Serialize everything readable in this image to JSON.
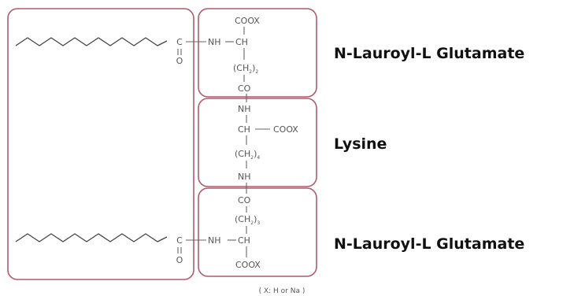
{
  "labels": {
    "top": "N-Lauroyl-L Glutamate",
    "middle": "Lysine",
    "bottom": "N-Lauroyl-L Glutamate"
  },
  "footnote": "( X: H or Na )",
  "glutamate_top": {
    "carboxyl": "COOX",
    "ch": "CH",
    "amine": "NH",
    "carbonyl_c": "C",
    "carbonyl_o": "O",
    "ch2_base": "(CH",
    "ch2_sub": "2",
    "ch2_close": ")",
    "ch2_count": "2",
    "co": "CO"
  },
  "lysine": {
    "nh_top": "NH",
    "ch": "CH",
    "carboxyl": "COOX",
    "ch2_base": "(CH",
    "ch2_sub": "2",
    "ch2_close": ")",
    "ch2_count": "4",
    "nh_bottom": "NH"
  },
  "glutamate_bottom": {
    "co": "CO",
    "ch2_base": "(CH",
    "ch2_sub": "2",
    "ch2_close": ")",
    "ch2_count": "3",
    "ch": "CH",
    "amine": "NH",
    "carbonyl_c": "C",
    "carbonyl_o": "O",
    "carboxyl": "COOX"
  },
  "colors": {
    "box_border": "#b05a6a",
    "bond": "#666666",
    "label_text": "#111111"
  }
}
